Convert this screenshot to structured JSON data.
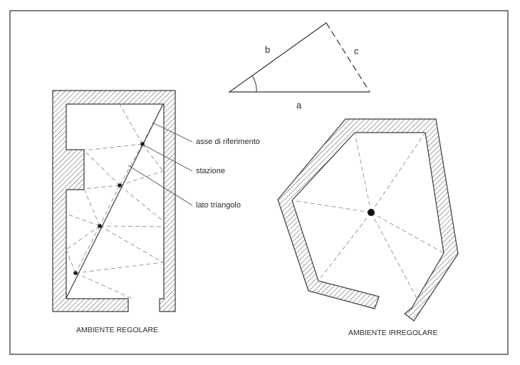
{
  "triangle_labels": {
    "a": "a",
    "b": "b",
    "c": "c"
  },
  "callouts": {
    "axis": "asse di riferimento",
    "station": "stazione",
    "side": "lato triangolo"
  },
  "captions": {
    "regular": "AMBIENTE REGOLARE",
    "irregular": "AMBIENTE IRREGOLARE"
  },
  "colors": {
    "wall_stroke": "#3a3a3a",
    "hatch": "#5a5a5a",
    "dashed": "#9a9a9a",
    "frame": "#4a4a4a"
  }
}
